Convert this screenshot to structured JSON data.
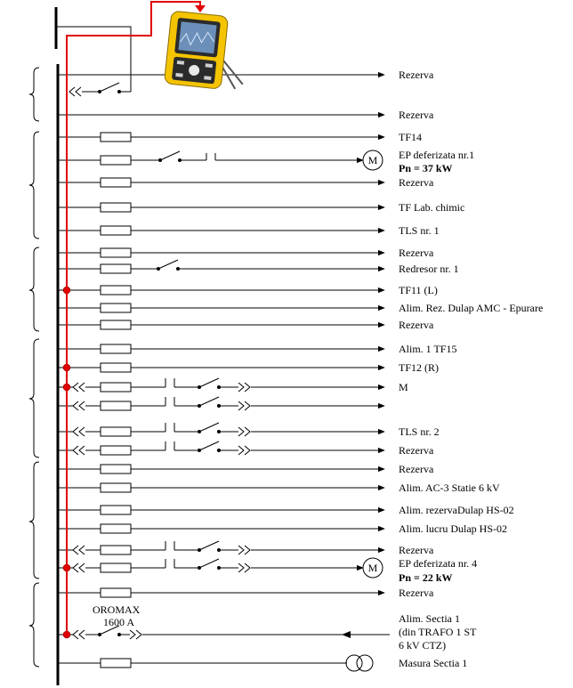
{
  "colors": {
    "line": "#000000",
    "measurement": "#e00000",
    "meter_body": "#f5c400",
    "meter_screen": "#6b8fb8"
  },
  "meter": {
    "icon": "power-quality-analyzer-icon"
  },
  "breaker_main": {
    "line1": "OROMAX",
    "line2": "1600 A"
  },
  "feeders": [
    {
      "label": "Rezerva",
      "type": "reserve"
    },
    {
      "label": "Rezerva",
      "type": "reserve"
    },
    {
      "label": "TF14",
      "type": "fused"
    },
    {
      "label": "EP deferizata nr.1",
      "sub": "Pn = 37 kW",
      "type": "motor"
    },
    {
      "label": "Rezerva",
      "type": "fused"
    },
    {
      "label": "TF Lab. chimic",
      "type": "fused"
    },
    {
      "label": "TLS nr. 1",
      "type": "fused"
    },
    {
      "label": "Rezerva",
      "type": "fused"
    },
    {
      "label": "Redresor nr. 1",
      "type": "fused-switch"
    },
    {
      "label": "TF11 (L)",
      "type": "fused",
      "measured": true
    },
    {
      "label": "Alim. Rez. Dulap AMC - Epurare",
      "type": "fused"
    },
    {
      "label": "Rezerva",
      "type": "fused"
    },
    {
      "label": "Alim. 1 TF15",
      "type": "fused"
    },
    {
      "label": "TF12 (R)",
      "type": "fused",
      "measured": true
    },
    {
      "label": "M",
      "type": "withdrawable",
      "measured": true
    },
    {
      "label": "",
      "type": "withdrawable"
    },
    {
      "label": "TLS nr. 2",
      "type": "withdrawable"
    },
    {
      "label": "Rezerva",
      "type": "withdrawable"
    },
    {
      "label": "Rezerva",
      "type": "fused"
    },
    {
      "label": "Alim. AC-3 Statie 6 kV",
      "type": "fused"
    },
    {
      "label": "Alim. rezervaDulap HS-02",
      "type": "fused"
    },
    {
      "label": "Alim. lucru Dulap HS-02",
      "type": "fused"
    },
    {
      "label": "Rezerva",
      "type": "withdrawable"
    },
    {
      "label": "EP deferizata nr. 4",
      "sub": "Pn = 22 kW",
      "type": "withdrawable-motor",
      "measured": true
    },
    {
      "label": "Rezerva",
      "type": "fused"
    },
    {
      "label": "Alim. Sectia 1",
      "sub_lines": [
        "(din TRAFO 1 ST",
        "6 kV CTZ)"
      ],
      "type": "incomer",
      "measured": true
    },
    {
      "label": "Masura Sectia 1",
      "type": "measurement-transformer"
    }
  ],
  "symbols": {
    "motor": "M"
  }
}
